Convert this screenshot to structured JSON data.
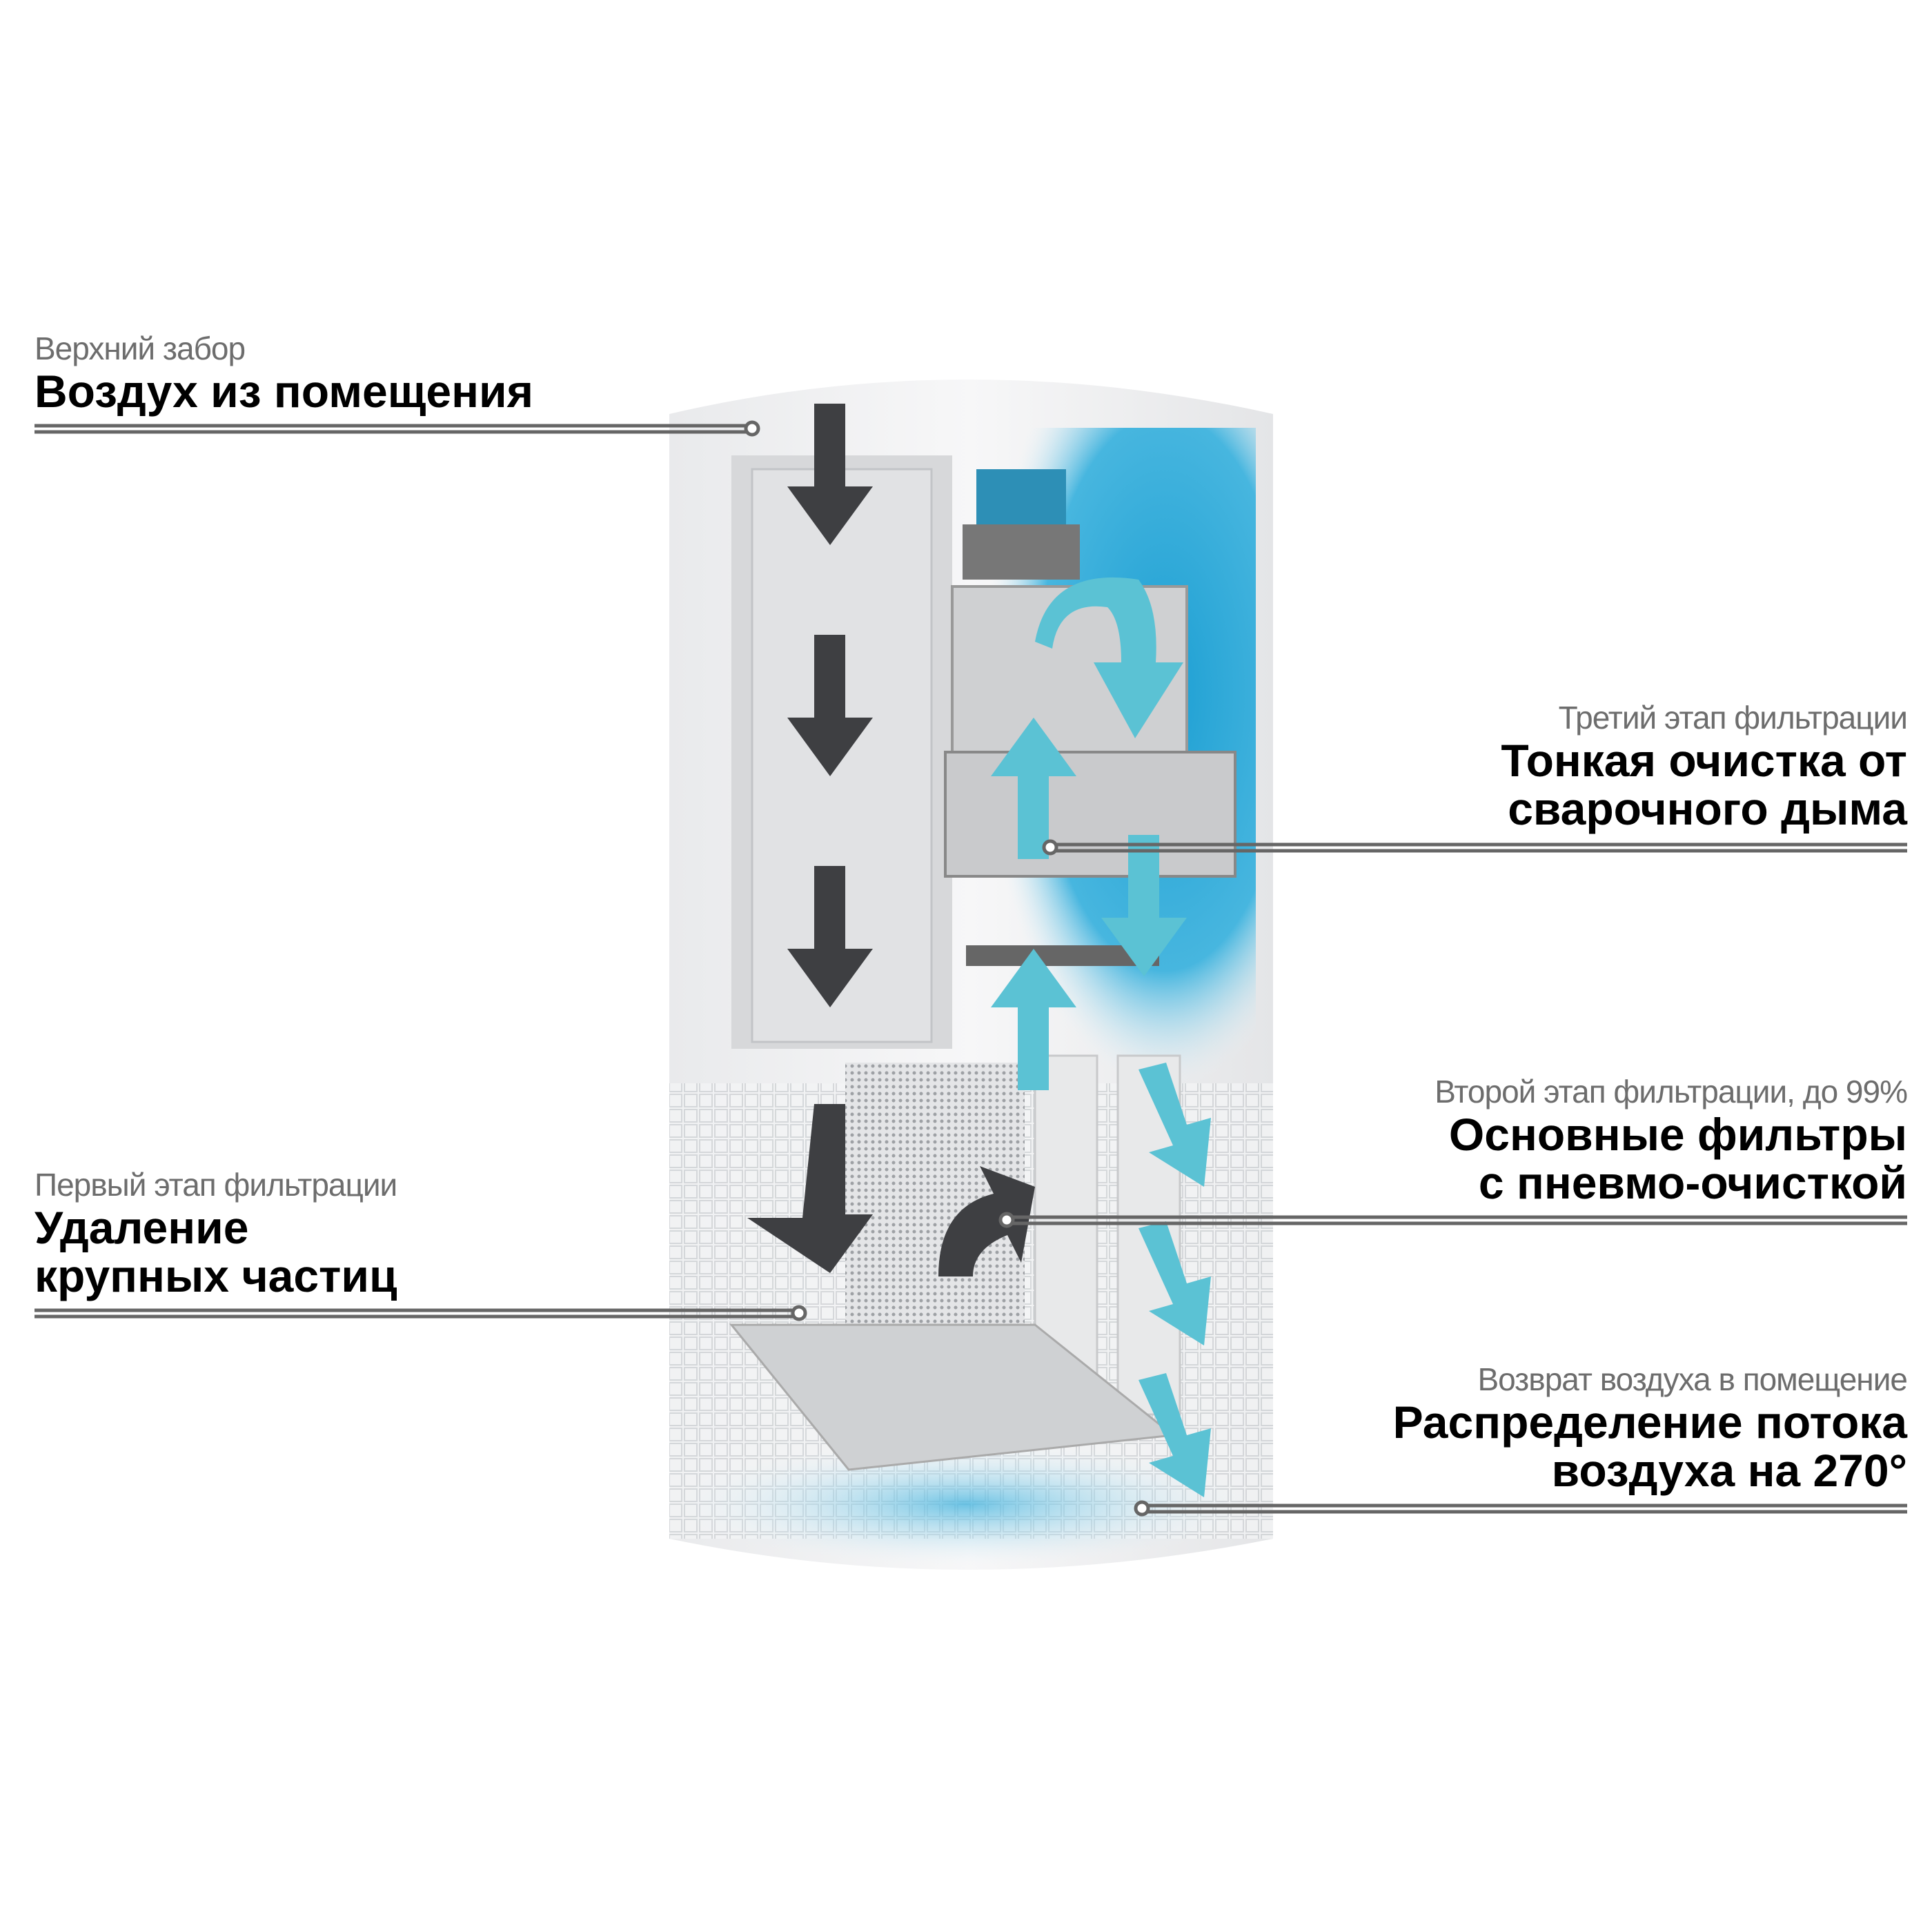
{
  "callouts": {
    "top_intake": {
      "subtitle": "Верхний забор",
      "title": [
        "Воздух из помещения"
      ]
    },
    "stage3": {
      "subtitle": "Третий этап фильтрации",
      "title": [
        "Тонкая очистка от",
        "сварочного дыма"
      ]
    },
    "stage2": {
      "subtitle": "Второй этап фильтрации, до 99%",
      "title": [
        "Основные фильтры",
        "с пневмо-очисткой"
      ]
    },
    "stage1": {
      "subtitle": "Первый этап фильтрации",
      "title": [
        "Удаление",
        "крупных частиц"
      ]
    },
    "return": {
      "subtitle": "Возврат воздуха в помещение",
      "title": [
        "Распределение потока",
        "воздуха на 270°"
      ]
    }
  },
  "colors": {
    "accent": "#5bc2d4",
    "glow": "#2aa7d6",
    "arrow_dark": "#3e3f42",
    "leader": "#666666"
  }
}
